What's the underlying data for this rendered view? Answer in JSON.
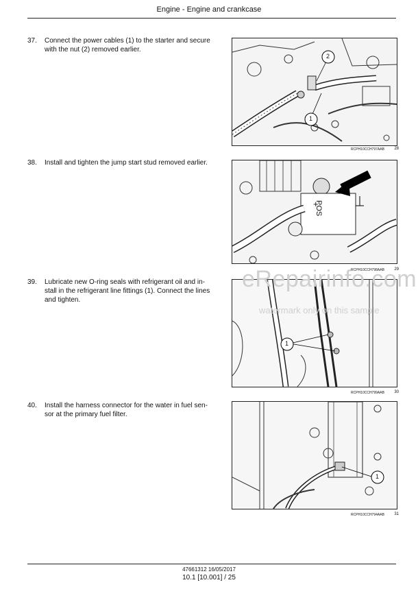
{
  "header": {
    "title": "Engine - Engine and crankcase"
  },
  "steps": [
    {
      "num": "37.",
      "lines": [
        "Connect the power cables (1) to the starter and secure",
        "with the nut (2) removed earlier."
      ]
    },
    {
      "num": "38.",
      "lines": [
        "Install and tighten the jump start stud removed earlier."
      ]
    },
    {
      "num": "39.",
      "lines": [
        "Lubricate new O-ring seals with refrigerant oil and in-",
        "stall in the refrigerant line fittings (1). Connect the lines",
        "and tighten."
      ]
    },
    {
      "num": "40.",
      "lines": [
        "Install the harness connector for the water in fuel sen-",
        "sor at the primary fuel filter."
      ]
    }
  ],
  "figures": [
    {
      "code": "RCPH10CCH797AAB",
      "number": "28",
      "callouts": [
        "1",
        "2"
      ]
    },
    {
      "code": "RCPH10CCH798AAB",
      "number": "29",
      "label": "POS"
    },
    {
      "code": "RCPH10CCH799AAB",
      "number": "30",
      "callouts": [
        "1"
      ]
    },
    {
      "code": "RCPH10CCH794AAB",
      "number": "31",
      "callouts": [
        "1"
      ]
    }
  ],
  "watermark": {
    "line1": "eRepairinfo.com",
    "line2": "watermark only on this sample"
  },
  "footer": {
    "doc": "47661312 16/05/2017",
    "page": "10.1 [10.001] / 25"
  }
}
